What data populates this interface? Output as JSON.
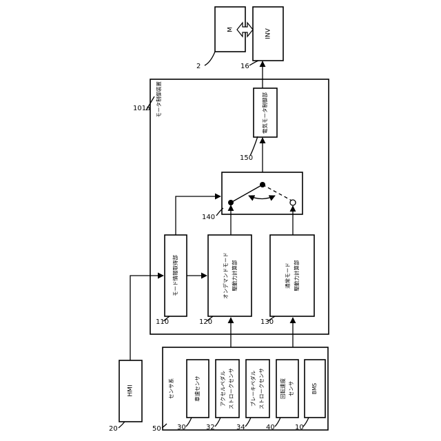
{
  "figure": {
    "hmi": {
      "label": "HMI",
      "ref": "20"
    },
    "sensor_system": {
      "title": "センサ系",
      "ref": "50",
      "sensors": [
        {
          "lines": [
            "車速センサ"
          ],
          "ref": "30"
        },
        {
          "lines": [
            "アクセルペダル",
            "ストロークセンサ"
          ],
          "ref": "32"
        },
        {
          "lines": [
            "ブレーキペダル",
            "ストロークセンサ"
          ],
          "ref": "34"
        },
        {
          "lines": [
            "回転速度",
            "センサ"
          ],
          "ref": "40"
        },
        {
          "lines": [
            "BMS"
          ],
          "ref": "10"
        }
      ]
    },
    "controller": {
      "title": "モータ制御装置",
      "ref": "101a",
      "mode_info": {
        "label": "モード情報取得部",
        "ref": "110"
      },
      "on_demand": {
        "lines": [
          "オンデマンドモード",
          "駆動力計算部"
        ],
        "ref": "120"
      },
      "normal": {
        "lines": [
          "通常モード",
          "駆動力計算部"
        ],
        "ref": "130"
      },
      "switch": {
        "ref": "140"
      },
      "motor_control": {
        "label": "電気モータ制御部",
        "ref": "150"
      }
    },
    "inverter": {
      "label": "INV",
      "ref": "16"
    },
    "motor": {
      "label": "M",
      "ref": "2"
    }
  }
}
